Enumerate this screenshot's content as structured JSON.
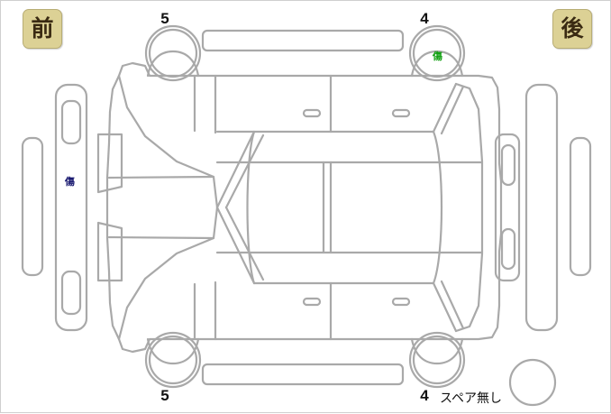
{
  "diagram": {
    "title": "vehicle-condition-diagram",
    "orientation_badges": [
      {
        "name": "front-badge",
        "label": "前",
        "position": "top-left"
      },
      {
        "name": "rear-badge",
        "label": "後",
        "position": "top-right"
      }
    ],
    "tire_ratings": [
      {
        "name": "tire-front-left",
        "label": "5",
        "position": "top-left"
      },
      {
        "name": "tire-rear-left",
        "label": "4",
        "position": "top-right"
      },
      {
        "name": "tire-front-right",
        "label": "5",
        "position": "bottom-left"
      },
      {
        "name": "tire-rear-right",
        "label": "4",
        "position": "bottom-right"
      }
    ],
    "spare_tire": {
      "label": "スペア無し",
      "present": false
    },
    "damage_marks": [
      {
        "name": "damage-front-bumper",
        "label": "傷",
        "color": "#191970",
        "area": "front-bumper"
      },
      {
        "name": "damage-rear-left-wheel",
        "label": "傷",
        "color": "#13a013",
        "area": "rear-left-wheel"
      }
    ],
    "colors": {
      "badge_background": "#dcd195",
      "badge_border": "#b8ad75",
      "badge_text": "#3a2a12",
      "outline": "#a9a9a9",
      "damage_blue": "#191970",
      "damage_green": "#13a013",
      "background": "#ffffff"
    }
  }
}
